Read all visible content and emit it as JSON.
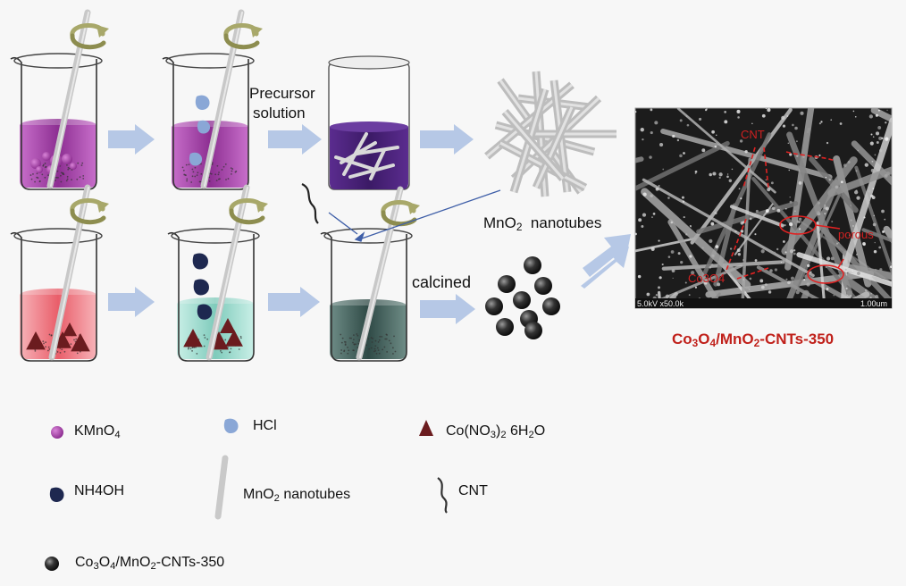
{
  "steps": {
    "precursor_line1": "Precursor",
    "precursor_line2": "solution",
    "nanotubes_label": "MnO",
    "nanotubes_sub": "2",
    "nanotubes_rest": "nanotubes",
    "calcined": "calcined"
  },
  "sem": {
    "cnt": "CNT",
    "porous": "porous",
    "co3o4_label": "Co3O4",
    "scale_left": "5.0kV x50.0k",
    "scale_right": "1.00um"
  },
  "caption": {
    "p1": "Co",
    "s1": "3",
    "p2": "O",
    "s2": "4",
    "p3": "/MnO",
    "s3": "2",
    "p4": "-CNTs-350"
  },
  "legend": {
    "kmno4": {
      "p1": "KMnO",
      "s1": "4"
    },
    "hcl": "HCl",
    "co": {
      "p1": "Co(NO",
      "s1": "3",
      "p2": ")",
      "s2": "2",
      "p3": " 6H",
      "s3": "2",
      "p4": "O"
    },
    "nh4oh": "NH4OH",
    "mno2": {
      "p1": "MnO",
      "s1": "2",
      "p2": " nanotubes"
    },
    "cnt": "CNT",
    "product": {
      "p1": "Co",
      "s1": "3",
      "p2": "O",
      "s2": "4",
      "p3": "/MnO",
      "s3": "2",
      "p4": "-CNTs-350"
    }
  },
  "colors": {
    "purple": "#a43fa8",
    "pink": "#e9646e",
    "teal": "#8fd3c6",
    "dark_teal": "#4f6e68",
    "deep_purple": "#4a2578",
    "arrow": "#b4c6e4",
    "hcl": "#8aa7d6",
    "nh4oh": "#1e2850",
    "triangle": "#6b1c1f",
    "rod": "#cfcfcf",
    "red_caption": "#c0201a"
  }
}
